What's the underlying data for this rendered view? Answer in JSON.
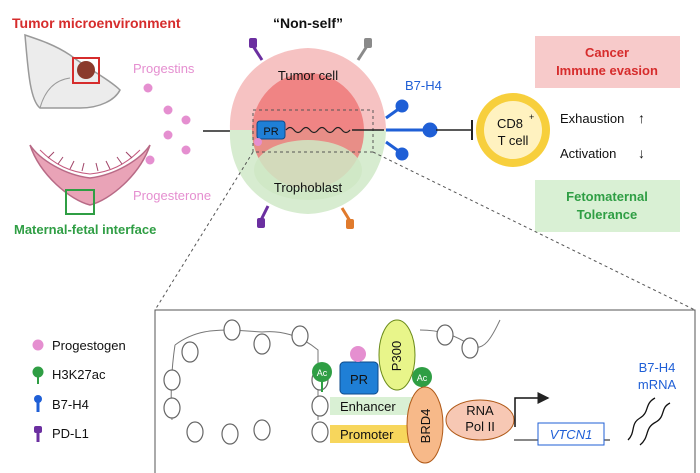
{
  "titles": {
    "tumor_microenvironment": "Tumor microenvironment",
    "maternal_fetal_interface": "Maternal-fetal interface",
    "non_self": "“Non-self”"
  },
  "ligands": {
    "progestins": "Progestins",
    "progesterone": "Progesterone"
  },
  "cell": {
    "tumor_cell": "Tumor cell",
    "trophoblast": "Trophoblast",
    "receptor": "PR"
  },
  "right_panel": {
    "b7h4": "B7-H4",
    "cd8_line1": "CD8",
    "cd8_sup": "+",
    "cd8_line2": "T cell",
    "exhaustion": "Exhaustion",
    "exhaustion_arrow": "↑",
    "activation": "Activation",
    "activation_arrow": "↓",
    "cancer_line1": "Cancer",
    "cancer_line2": "Immune evasion",
    "feto_line1": "Fetomaternal",
    "feto_line2": "Tolerance"
  },
  "legend": [
    {
      "label": "Progestogen",
      "color": "#e58fd0"
    },
    {
      "label": "H3K27ac",
      "color": "#2f9e44"
    },
    {
      "label": "B7-H4",
      "color": "#1f5fd6"
    },
    {
      "label": "PD-L1",
      "color": "#6b2fa0"
    }
  ],
  "chromatin": {
    "acetyl": "Ac",
    "pr": "PR",
    "p300": "P300",
    "enhancer": "Enhancer",
    "promoter": "Promoter",
    "brd4": "BRD4",
    "rna_line1": "RNA",
    "rna_line2": "Pol II",
    "gene": "VTCN1",
    "mrna_line1": "B7-H4",
    "mrna_line2": "mRNA"
  },
  "colors": {
    "red_title": "#d62c2c",
    "green_title": "#2f9e44",
    "blue": "#1f5fd6",
    "pink": "#e58fd0",
    "cancer_box": "#f7caca",
    "feto_box": "#d9f0d4"
  }
}
